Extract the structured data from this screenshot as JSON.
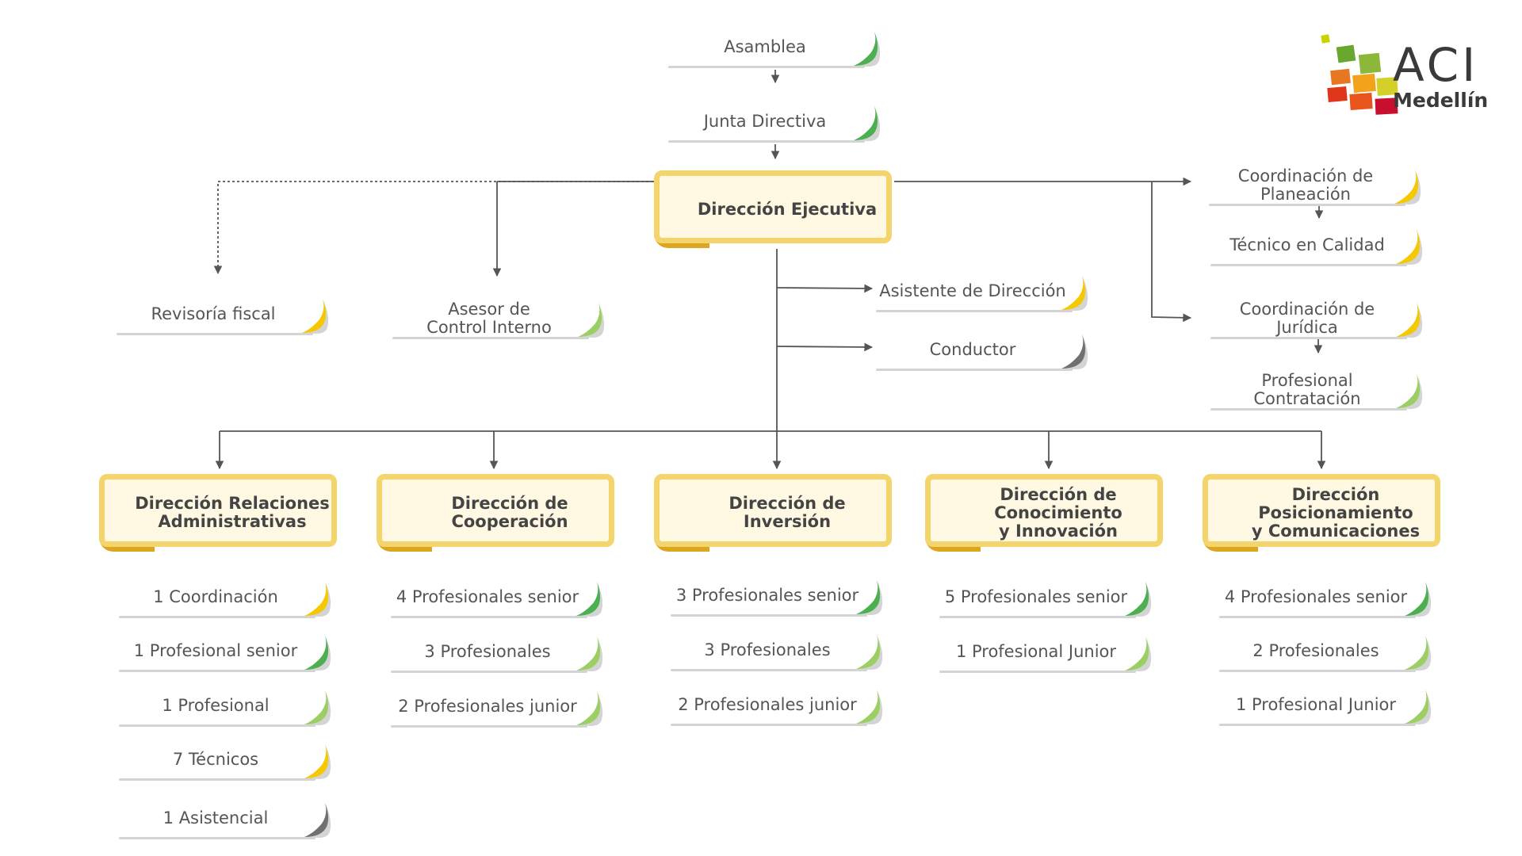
{
  "colors": {
    "accent_gold": "#dca61e",
    "frame_yellow": "#f4d46c",
    "box_fill": "#fff9e3",
    "connector": "#555555",
    "green": "#4caf50",
    "light_green": "#9bcf64",
    "yellow": "#f5c800",
    "gray": "#707070"
  },
  "logo": {
    "title": "ACI",
    "subtitle": "Medellín"
  },
  "top": {
    "asamblea": "Asamblea",
    "junta": "Junta Directiva",
    "direccion_ejecutiva": "Dirección Ejecutiva"
  },
  "staff": {
    "revisoria": "Revisoría fiscal",
    "asesor": "Asesor de\nControl Interno",
    "asistente": "Asistente de Dirección",
    "conductor": "Conductor"
  },
  "right": {
    "coord_planeacion": "Coordinación de\nPlaneación",
    "tecnico_calidad": "Técnico en Calidad",
    "coord_juridica": "Coordinación de\nJurídica",
    "prof_contratacion": "Profesional\nContratación"
  },
  "directions": [
    {
      "title": "Dirección Relaciones\nAdministrativas",
      "roles": [
        "1 Coordinación",
        "1 Profesional senior",
        "1 Profesional",
        "7 Técnicos",
        "1 Asistencial"
      ]
    },
    {
      "title": "Dirección de\nCooperación",
      "roles": [
        "4 Profesionales senior",
        "3 Profesionales",
        "2 Profesionales junior"
      ]
    },
    {
      "title": "Dirección de\nInversión",
      "roles": [
        "3 Profesionales senior",
        "3 Profesionales",
        "2 Profesionales junior"
      ]
    },
    {
      "title": "Dirección de\nConocimiento\ny Innovación",
      "roles": [
        "5 Profesionales senior",
        "1 Profesional Junior"
      ]
    },
    {
      "title": "Dirección\nPosicionamiento\ny Comunicaciones",
      "roles": [
        "4 Profesionales senior",
        "2 Profesionales",
        "1 Profesional Junior"
      ]
    }
  ]
}
